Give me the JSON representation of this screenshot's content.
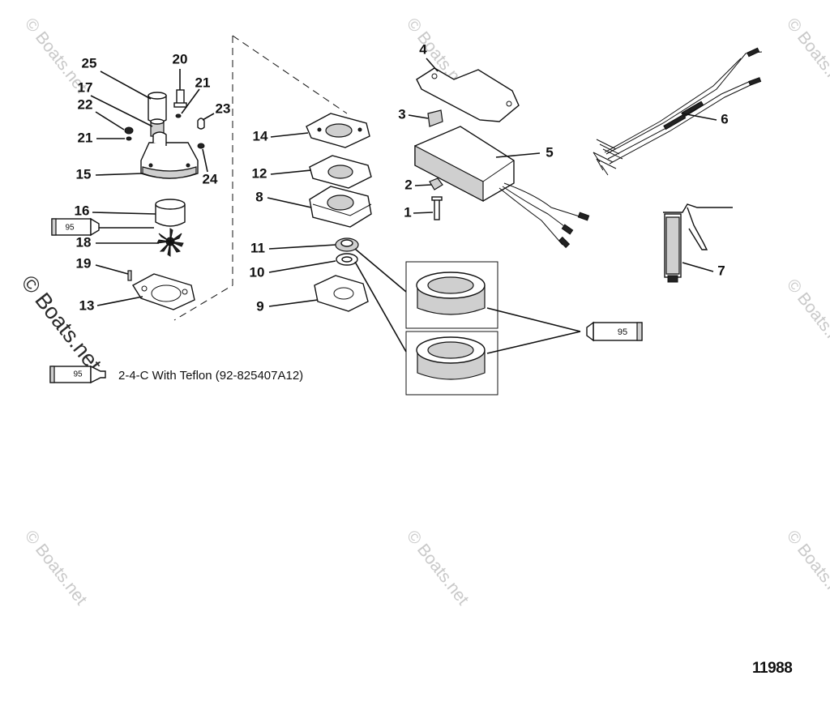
{
  "callouts": {
    "c1": "1",
    "c2": "2",
    "c3": "3",
    "c4": "4",
    "c5": "5",
    "c6": "6",
    "c7": "7",
    "c8": "8",
    "c9": "9",
    "c10": "10",
    "c11": "11",
    "c12": "12",
    "c13": "13",
    "c14": "14",
    "c15": "15",
    "c16": "16",
    "c17": "17",
    "c18": "18",
    "c19": "19",
    "c20": "20",
    "c21a": "21",
    "c21b": "21",
    "c22": "22",
    "c23": "23",
    "c24": "24",
    "c25": "25"
  },
  "tube_label": "95",
  "legend": {
    "text": "2-4-C  With Teflon (92-825407A12)"
  },
  "watermark": {
    "small": "© Boats.net",
    "large": "© Boats.net"
  },
  "diagram_number": "11988"
}
